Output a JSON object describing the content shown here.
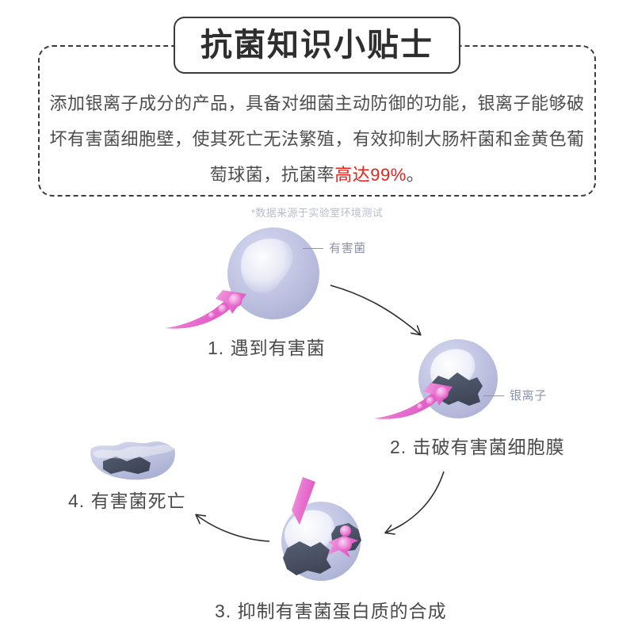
{
  "page": {
    "background": "#ffffff",
    "accent_red": "#e8211a",
    "text_color": "#4a4a4a",
    "cell_color": "#b8bcdd",
    "ion_color": "#e464c8",
    "breach_color": "#4d5568"
  },
  "panel": {
    "title": "抗菌知识小贴士",
    "body_part1": "添加银离子成分的产品，具备对细菌主动防御的功能，银离子能够破坏有害菌细胞壁，使其死亡无法繁殖，有效抑制大肠杆菌和金黄色葡萄球菌，抗菌率",
    "body_highlight": "高达99%",
    "body_part2": "。",
    "footnote": "*数据来源于实验室环境测试"
  },
  "diagram": {
    "steps": [
      {
        "caption": "1. 遇到有害菌"
      },
      {
        "caption": "2. 击破有害菌细胞膜"
      },
      {
        "caption": "3. 抑制有害菌蛋白质的合成"
      },
      {
        "caption": "4. 有害菌死亡"
      }
    ],
    "leaders": [
      {
        "label": "有害菌"
      },
      {
        "label": "银离子"
      }
    ]
  }
}
